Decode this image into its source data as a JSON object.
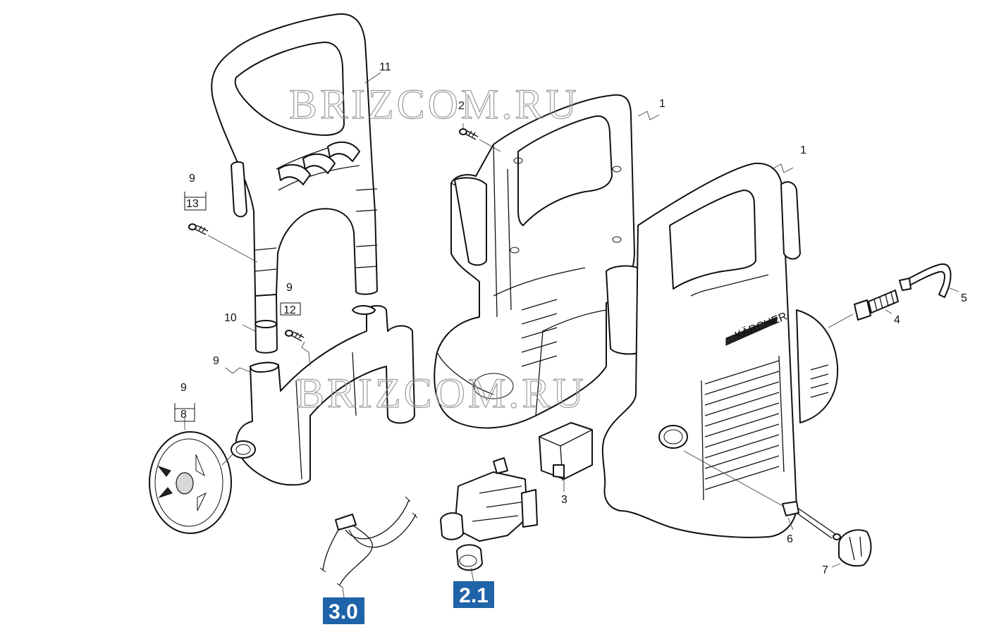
{
  "watermark": {
    "text": "BRIZCOM.RU"
  },
  "brand": {
    "logo_text": "KÄRCHER"
  },
  "labels": {
    "l1a": "1",
    "l1b": "1",
    "l2": "2",
    "l3": "3",
    "l4": "4",
    "l5": "5",
    "l6": "6",
    "l7": "7",
    "l8": "8",
    "l9a": "9",
    "l9b": "9",
    "l9c": "9",
    "l9d": "9",
    "l10": "10",
    "l11": "11",
    "l12": "12",
    "l13": "13"
  },
  "badges": {
    "b30": "3.0",
    "b21": "2.1"
  },
  "colors": {
    "badge": "#1f63a8",
    "line": "#111111",
    "watermark": "#9a9a9a"
  }
}
